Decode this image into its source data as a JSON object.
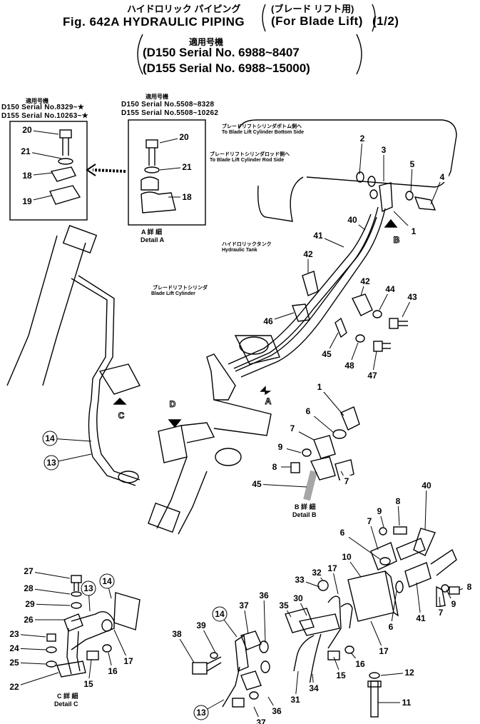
{
  "header": {
    "jp_line": "ハイドロリック パイピング",
    "jp_paren": "(ブレード リフト用)",
    "fig_title": "Fig. 642A HYDRAULIC PIPING",
    "en_paren": "(For Blade Lift)",
    "page": "(1/2)",
    "applicable_jp": "適用号機",
    "serial_1": "(D150 Serial No. 6988~8407",
    "serial_2": "(D155 Serial No. 6988~15000)"
  },
  "detail_a": {
    "left_jp": "適用号機",
    "left_s1": "D150 Serial No.8329~★",
    "left_s2": "D155 Serial No.10263~★",
    "right_jp": "適用号機",
    "right_s1": "D150 Serial No.5508~8328",
    "right_s2": "D155 Serial No.5508~10262",
    "caption_jp": "A 詳 細",
    "caption_en": "Detail A"
  },
  "notes": {
    "bottom_side_jp": "ブレードリフトシリンダボトム側へ",
    "bottom_side_en": "To Blade Lift Cylinder Bottom Side",
    "rod_side_jp": "ブレードリフトシリンダロッド側へ",
    "rod_side_en": "To Blade Lift Cylinder Rod Side",
    "tank_jp": "ハイドロリックタンク",
    "tank_en": "Hydraulic Tank",
    "cyl_jp": "ブレードリフトシリンダ",
    "cyl_en": "Blade Lift Cylinder"
  },
  "views": {
    "detail_b_jp": "B 詳 細",
    "detail_b_en": "Detail B",
    "detail_c_jp": "C 詳 細",
    "detail_c_en": "Detail C",
    "arrow_a": "A",
    "arrow_b": "B",
    "arrow_c": "C",
    "arrow_d": "D"
  },
  "callouts": {
    "c20a": "20",
    "c21a": "21",
    "c18a": "18",
    "c19": "19",
    "c20b": "20",
    "c21b": "21",
    "c18b": "18",
    "c2": "2",
    "c3": "3",
    "c4": "4",
    "c5": "5",
    "c1a": "1",
    "c40a": "40",
    "c41a": "41",
    "c42a": "42",
    "c42b": "42",
    "c44": "44",
    "c43": "43",
    "c46": "46",
    "c45a": "45",
    "c48": "48",
    "c47": "47",
    "c14a": "14",
    "c13a": "13",
    "c1b": "1",
    "c6a": "6",
    "c7a": "7",
    "c9a": "9",
    "c8a": "8",
    "c45b": "45",
    "c7b": "7",
    "c40b": "40",
    "c8b": "8",
    "c9b": "9",
    "c7c": "7",
    "c6b": "6",
    "c10": "10",
    "c32": "32",
    "c33": "33",
    "c17a": "17",
    "c41b": "41",
    "c8c": "8",
    "c9c": "9",
    "c7d": "7",
    "c6c": "6",
    "c17b": "17",
    "c36a": "36",
    "c37a": "37",
    "c35": "35",
    "c30": "30",
    "c14b": "14",
    "c38": "38",
    "c39": "39",
    "c16a": "16",
    "c15a": "15",
    "c12": "12",
    "c11": "11",
    "c31": "31",
    "c34": "34",
    "c13b": "13",
    "c36b": "36",
    "c37b": "37",
    "c27": "27",
    "c28": "28",
    "c29": "29",
    "c26": "26",
    "c23": "23",
    "c24": "24",
    "c25": "25",
    "c22": "22",
    "c13c": "13",
    "c14c": "14",
    "c15b": "15",
    "c16b": "16",
    "c17c": "17"
  }
}
